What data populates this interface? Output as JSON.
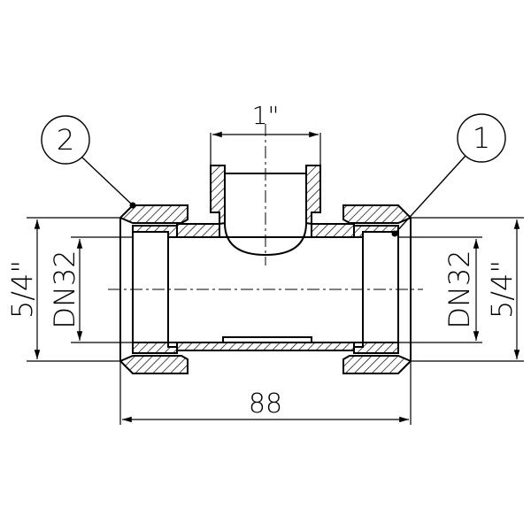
{
  "drawing": {
    "colors": {
      "line": "#000000",
      "background": "#ffffff"
    },
    "dimensions": {
      "overall_length": "88",
      "branch_thread": "1\"",
      "left_thread": "5/4\"",
      "left_nominal": "DN32",
      "right_nominal": "DN32",
      "right_thread": "5/4\""
    },
    "callouts": {
      "left": "2",
      "right": "1"
    }
  }
}
